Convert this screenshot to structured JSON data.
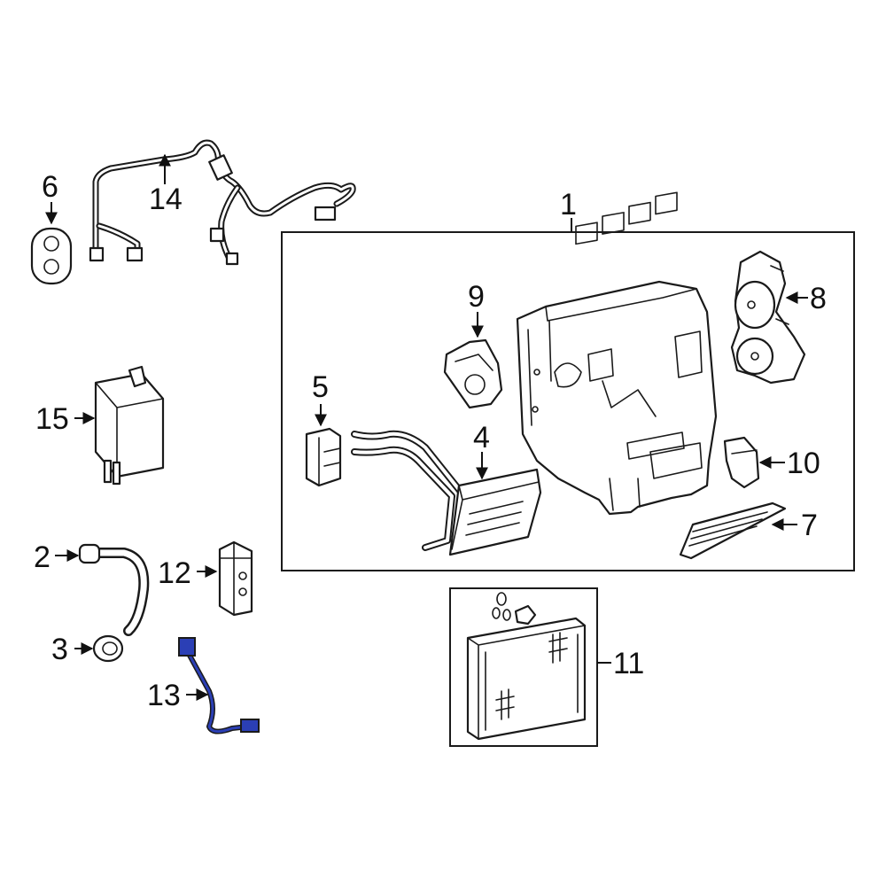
{
  "accent_color": "#2b3fb5",
  "callouts": {
    "c1": "1",
    "c2": "2",
    "c3": "3",
    "c4": "4",
    "c5": "5",
    "c6": "6",
    "c7": "7",
    "c8": "8",
    "c9": "9",
    "c10": "10",
    "c11": "11",
    "c12": "12",
    "c13": "13",
    "c14": "14",
    "c15": "15"
  }
}
